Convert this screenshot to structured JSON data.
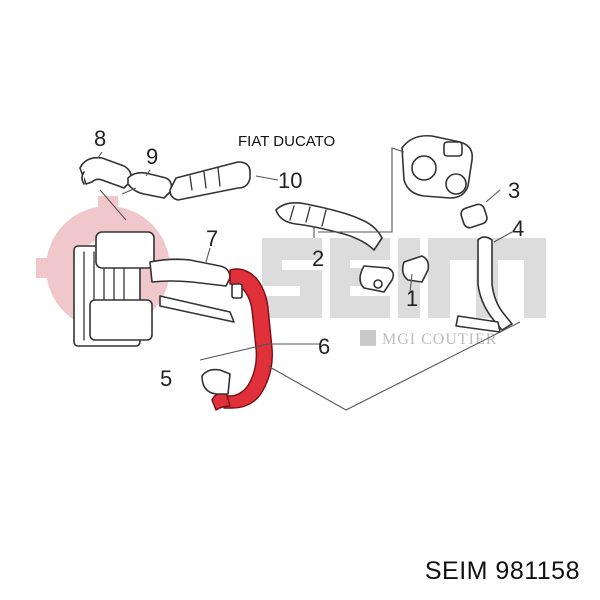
{
  "model": "FIAT DUCATO",
  "watermark": {
    "brand": "seim",
    "subtitle": "MGI COUTIER",
    "color": "#bdbdbd"
  },
  "callouts": [
    "1",
    "2",
    "3",
    "4",
    "5",
    "6",
    "7",
    "8",
    "9",
    "10"
  ],
  "highlight_part": "6",
  "highlight_color": "#e0303a",
  "footer": {
    "brand": "SEIM",
    "part_number": "981158"
  }
}
